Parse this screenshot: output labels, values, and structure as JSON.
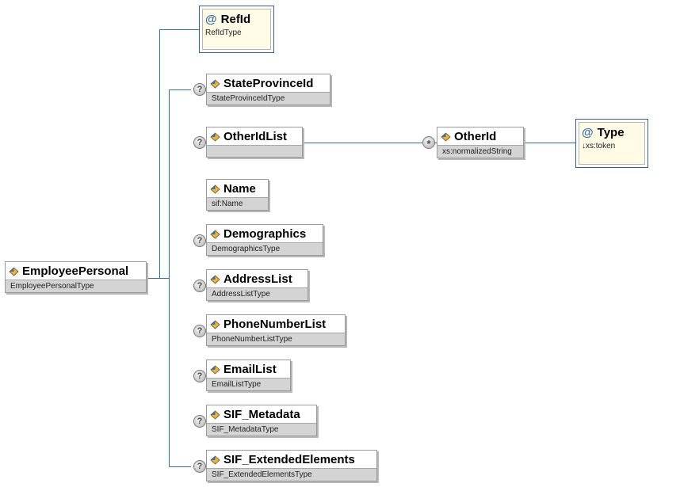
{
  "root": {
    "name": "EmployeePersonal",
    "type": "EmployeePersonalType"
  },
  "attribute": {
    "name": "RefId",
    "type": "RefIdType"
  },
  "children": [
    {
      "name": "StateProvinceId",
      "type": "StateProvinceIdType",
      "optional": true
    },
    {
      "name": "OtherIdList",
      "type": "",
      "optional": true
    },
    {
      "name": "Name",
      "type": "sif:Name",
      "optional": false
    },
    {
      "name": "Demographics",
      "type": "DemographicsType",
      "optional": true
    },
    {
      "name": "AddressList",
      "type": "AddressListType",
      "optional": true
    },
    {
      "name": "PhoneNumberList",
      "type": "PhoneNumberListType",
      "optional": true
    },
    {
      "name": "EmailList",
      "type": "EmailListType",
      "optional": true
    },
    {
      "name": "SIF_Metadata",
      "type": "SIF_MetadataType",
      "optional": true
    },
    {
      "name": "SIF_ExtendedElements",
      "type": "SIF_ExtendedElementsType",
      "optional": true
    }
  ],
  "other_id": {
    "name": "OtherId",
    "type": "xs:normalizedString",
    "cardinality": "*"
  },
  "type_attribute": {
    "name": "Type",
    "type": "↓xs:token"
  },
  "symbols": {
    "optional": "?",
    "attribute": "@"
  },
  "colors": {
    "wire": "#3b6d94",
    "type_bar": "#d4d4d4",
    "attribute_fill": "#fffbe6"
  }
}
